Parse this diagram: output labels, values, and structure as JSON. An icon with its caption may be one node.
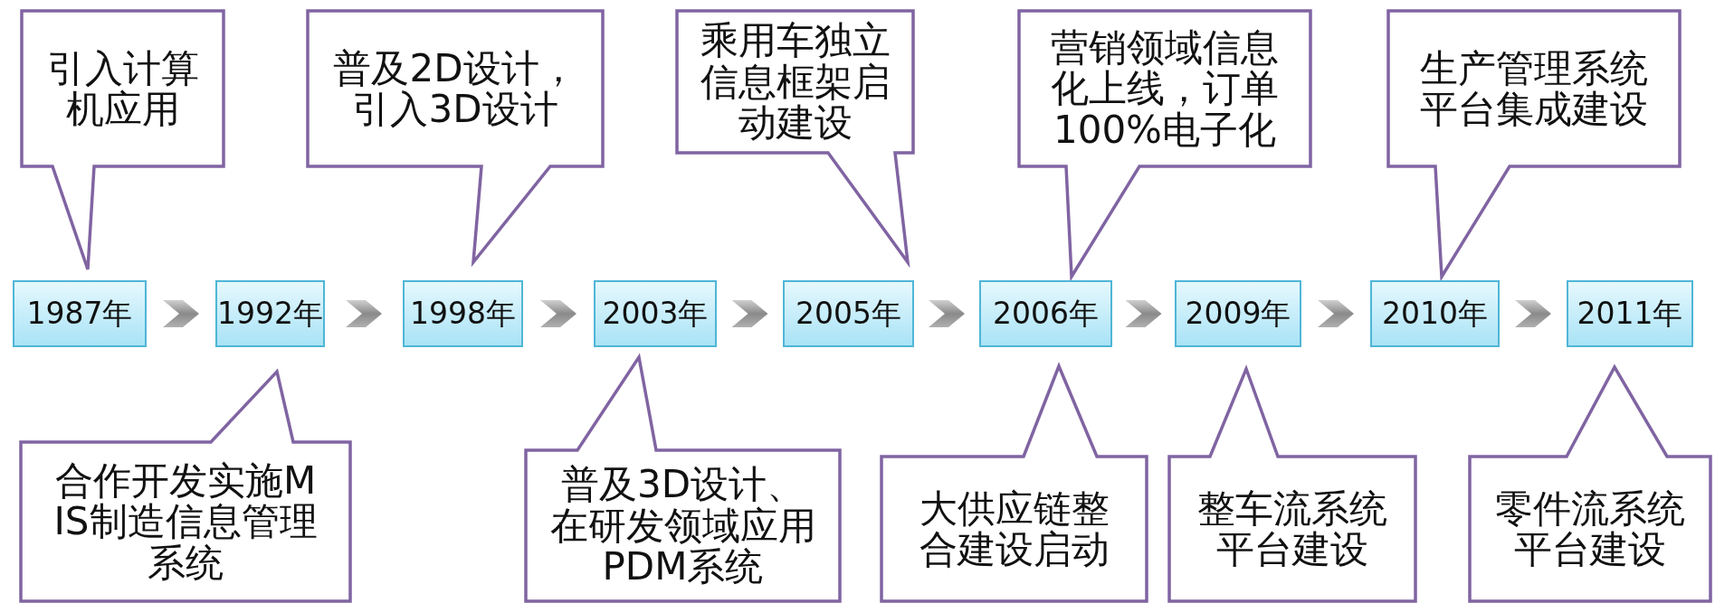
{
  "diagram": {
    "nodes": [
      {
        "text": [
          "引入计算机应用"
        ]
      },
      {
        "text": [
          "普及2D设计，引入3D设计"
        ]
      },
      {
        "text": [
          "乘用车独立信息框架启动建设"
        ]
      },
      {
        "text": [
          "营销领域信息化上线，订单100%电子化"
        ]
      },
      {
        "text": [
          "生产管理系统平台集成建设"
        ]
      },
      {
        "text": [
          "1987年"
        ]
      },
      {
        "text": [
          "1992年"
        ]
      },
      {
        "text": [
          "1998年"
        ]
      },
      {
        "text": [
          "2003年"
        ]
      },
      {
        "text": [
          "2005年"
        ]
      },
      {
        "text": [
          "2006年"
        ]
      },
      {
        "text": [
          "2009年"
        ]
      },
      {
        "text": [
          "2010年"
        ]
      },
      {
        "text": [
          "2011年"
        ]
      },
      {
        "text": [
          "合作开发实施MIS制造信息管理系统"
        ]
      },
      {
        "text": [
          "普及3D设计、在研发领域应用PDM系统"
        ]
      },
      {
        "text": [
          "大供应链整合建设启动"
        ]
      },
      {
        "text": [
          "整车流系统平台建设"
        ]
      },
      {
        "text": [
          "零件流系统平台建设"
        ]
      }
    ],
    "edges": [
      {
        "from": 5,
        "to": 6,
        "arrow": "to"
      },
      {
        "from": 6,
        "to": 7,
        "arrow": "to"
      },
      {
        "from": 7,
        "to": 8,
        "arrow": "to"
      },
      {
        "from": 8,
        "to": 9,
        "arrow": "to"
      },
      {
        "from": 9,
        "to": 10,
        "arrow": "to"
      },
      {
        "from": 10,
        "to": 11,
        "arrow": "to"
      },
      {
        "from": 11,
        "to": 12,
        "arrow": "to"
      },
      {
        "from": 12,
        "to": 13,
        "arrow": "to"
      }
    ]
  }
}
